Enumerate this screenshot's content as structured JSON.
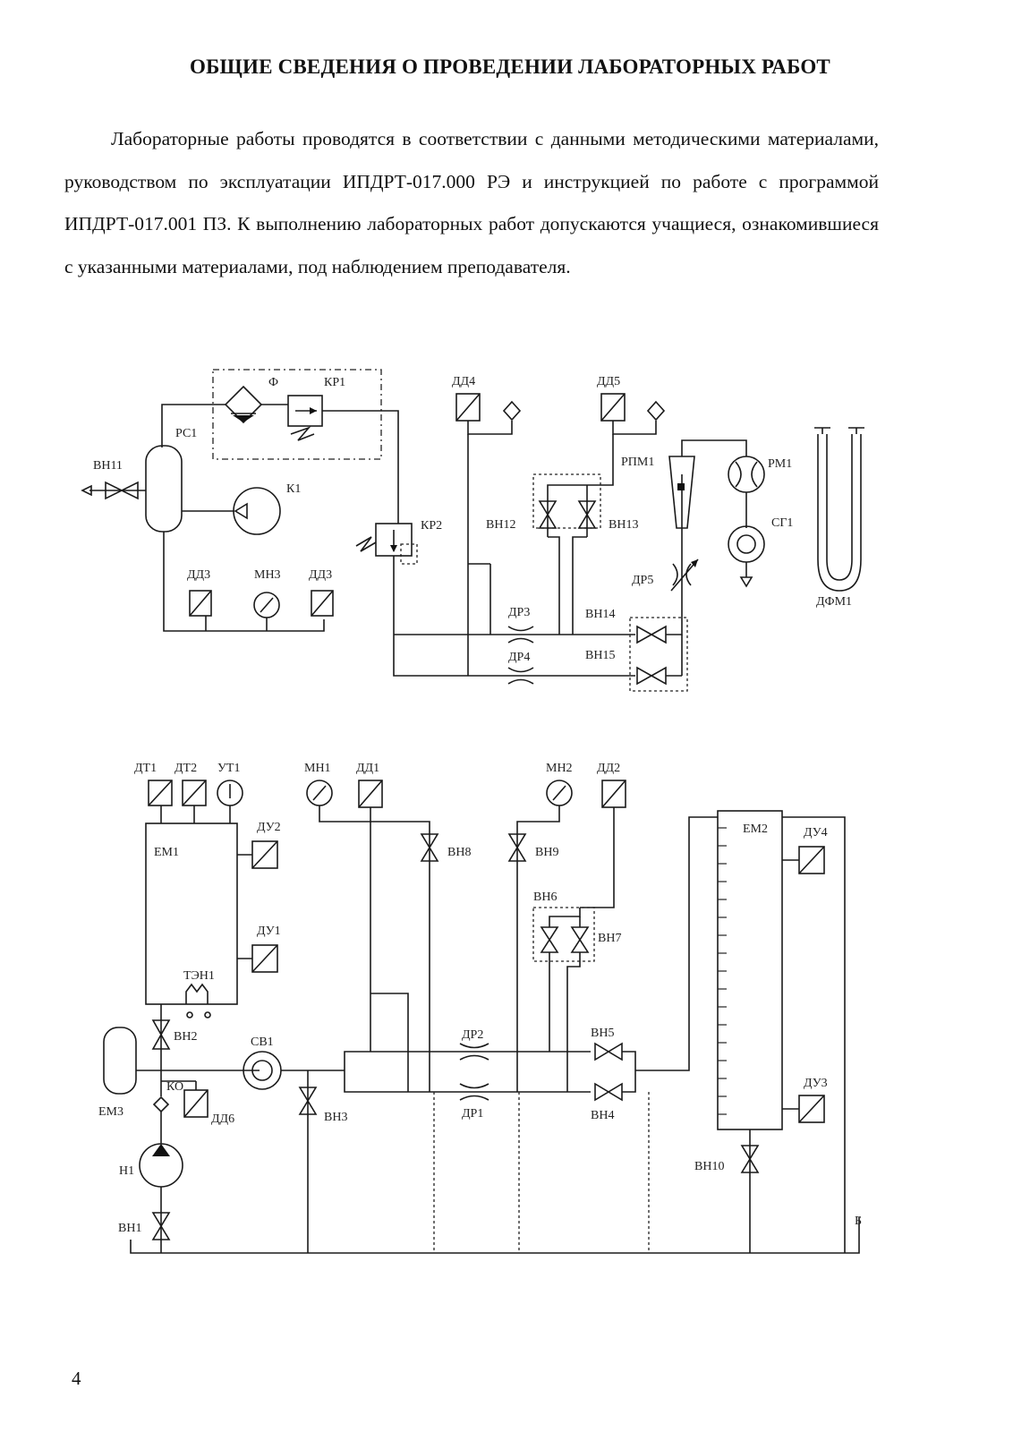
{
  "title": "ОБЩИЕ СВЕДЕНИЯ О ПРОВЕДЕНИИ ЛАБОРАТОРНЫХ РАБОТ",
  "paragraph": "Лабораторные работы проводятся в соответствии с данными методическими материалами, руководством по эксплуатации ИПДРТ-017.000 РЭ и инструкцией по работе с программой ИПДРТ-017.001 ПЗ. К выполнению лабораторных работ допускаются учащиеся, ознакомившиеся с указанными материалами, под наблюдением преподавателя.",
  "page_number": "4",
  "scheme_top": {
    "labels": {
      "f": "Ф",
      "kr1": "КР1",
      "rs1": "РС1",
      "vn11": "ВН11",
      "k1": "К1",
      "kr2": "КР2",
      "dd3a": "ДД3",
      "mn3": "МН3",
      "dd3b": "ДД3",
      "dd4": "ДД4",
      "dd5": "ДД5",
      "rmm1": "РПМ1",
      "rm1": "РМ1",
      "vn12": "ВН12",
      "vn13": "ВН13",
      "sg1": "СГ1",
      "dr5": "ДР5",
      "dr3": "ДР3",
      "dr4": "ДР4",
      "vn14": "ВН14",
      "vn15": "ВН15",
      "dfm1": "ДФМ1"
    }
  },
  "scheme_bottom": {
    "labels": {
      "dt1": "ДТ1",
      "dt2": "ДТ2",
      "ut1": "УТ1",
      "mn1": "МН1",
      "dd1": "ДД1",
      "mn2": "МН2",
      "dd2": "ДД2",
      "em1": "ЕМ1",
      "du2": "ДУ2",
      "du1": "ДУ1",
      "ten1": "ТЭН1",
      "vn8": "ВН8",
      "vn9": "ВН9",
      "vn6": "ВН6",
      "vn7": "ВН7",
      "em2": "ЕМ2",
      "du4": "ДУ4",
      "du3": "ДУ3",
      "vn2": "ВН2",
      "sv1": "СВ1",
      "dr2": "ДР2",
      "dr1": "ДР1",
      "vn5": "ВН5",
      "vn4": "ВН4",
      "em3": "ЕМ3",
      "ko": "КО",
      "dd6": "ДД6",
      "vn3": "ВН3",
      "n1": "Н1",
      "vn1": "ВН1",
      "vn10": "ВН10",
      "b": "Б"
    }
  }
}
